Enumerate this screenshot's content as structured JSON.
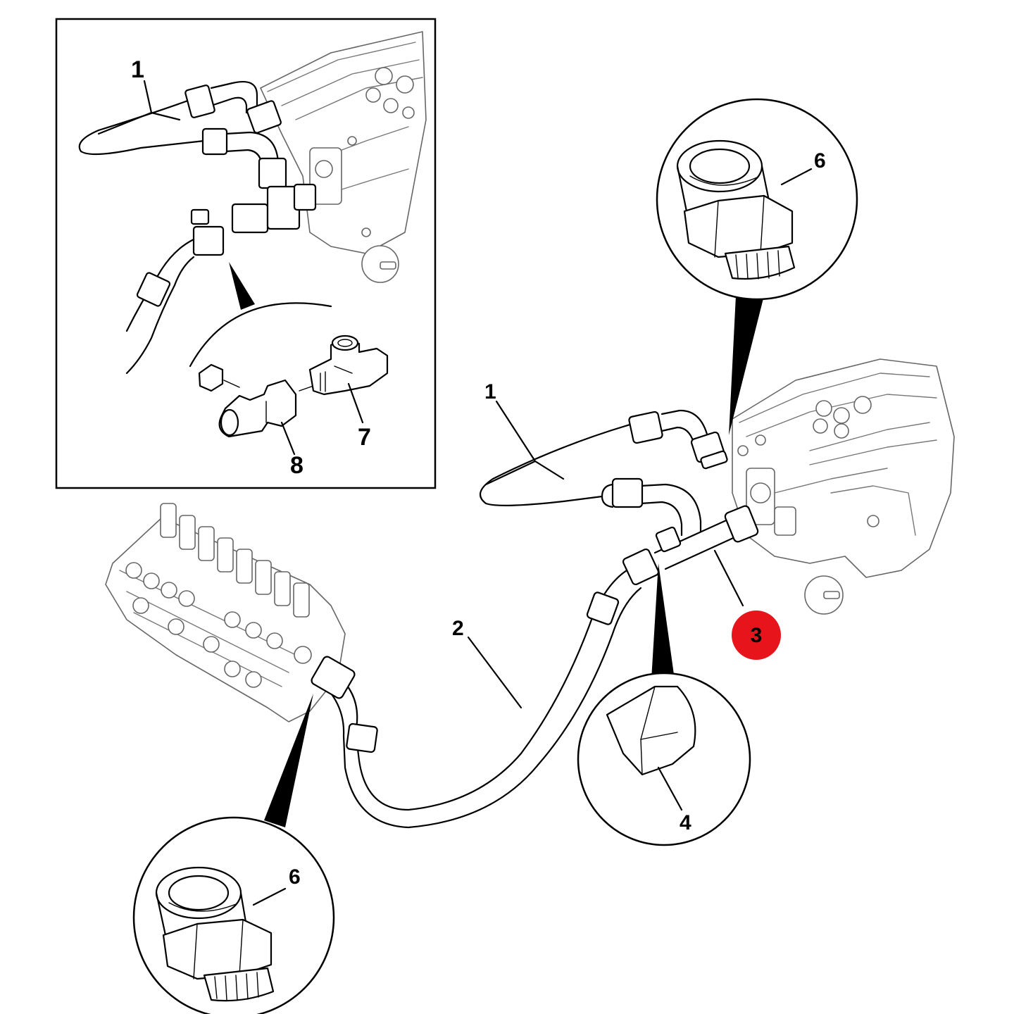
{
  "labels": {
    "inset_hose_1": "1",
    "inset_tee_7": "7",
    "inset_adapter_8": "8",
    "hose_1": "1",
    "hose_2": "2",
    "pipe_3": "3",
    "cap_4": "4",
    "adapter_6_top": "6",
    "adapter_6_bottom": "6"
  },
  "colors": {
    "highlight": "#e8141c",
    "line": "#000000",
    "background": "#ffffff"
  }
}
